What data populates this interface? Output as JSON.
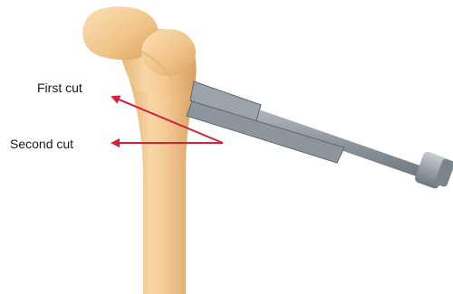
{
  "labels": {
    "first_cut": "First cut",
    "second_cut": "Second cut"
  },
  "colors": {
    "bone": "#f3c991",
    "bone_shadow": "#d9a868",
    "instrument": "#8c969c",
    "instrument_dark": "#5f686e",
    "arrow": "#d8203a"
  },
  "icons": {
    "femur": "femur-bone-illustration",
    "instrument": "cutting-guide-instrument"
  }
}
